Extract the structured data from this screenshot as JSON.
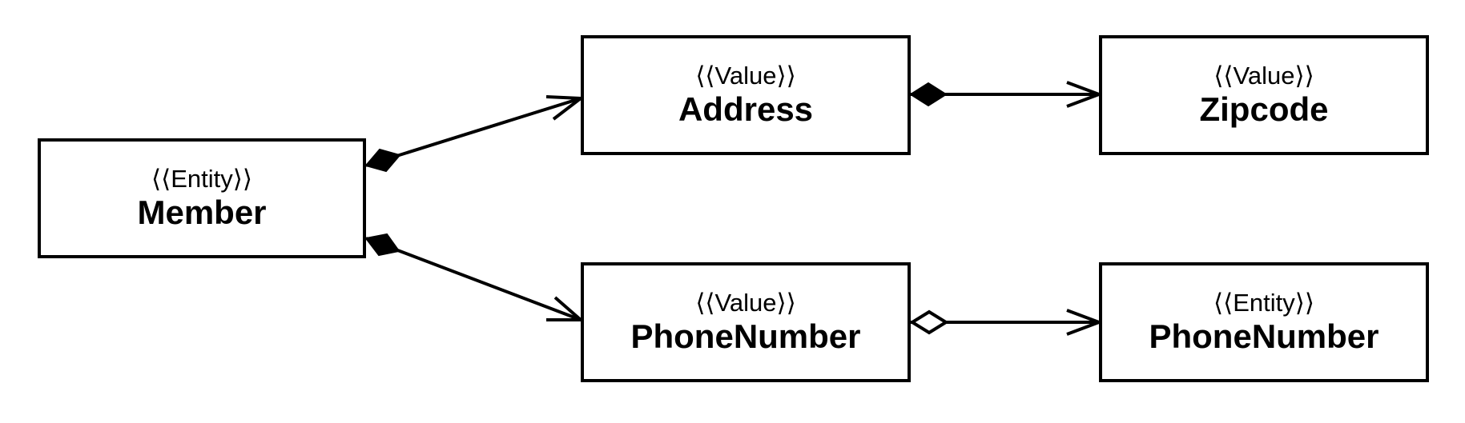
{
  "diagram": {
    "nodes": [
      {
        "id": "member",
        "stereotype": "⟨⟨Entity⟩⟩",
        "name": "Member"
      },
      {
        "id": "address",
        "stereotype": "⟨⟨Value⟩⟩",
        "name": "Address"
      },
      {
        "id": "zipcode",
        "stereotype": "⟨⟨Value⟩⟩",
        "name": "Zipcode"
      },
      {
        "id": "phone_value",
        "stereotype": "⟨⟨Value⟩⟩",
        "name": "PhoneNumber"
      },
      {
        "id": "phone_entity",
        "stereotype": "⟨⟨Entity⟩⟩",
        "name": "PhoneNumber"
      }
    ],
    "edges": [
      {
        "from": "Member",
        "to": "Address",
        "diamond": "filled",
        "arrowhead": "open"
      },
      {
        "from": "Member",
        "to": "PhoneNumber (Value)",
        "diamond": "filled",
        "arrowhead": "open"
      },
      {
        "from": "Address",
        "to": "Zipcode",
        "diamond": "filled",
        "arrowhead": "open"
      },
      {
        "from": "PhoneNumber (Value)",
        "to": "PhoneNumber (Entity)",
        "diamond": "hollow",
        "arrowhead": "open"
      }
    ],
    "colors": {
      "background": "#ffffff",
      "box_fill": "#ffffff",
      "box_border": "#000000",
      "line": "#000000",
      "text": "#000000"
    }
  }
}
